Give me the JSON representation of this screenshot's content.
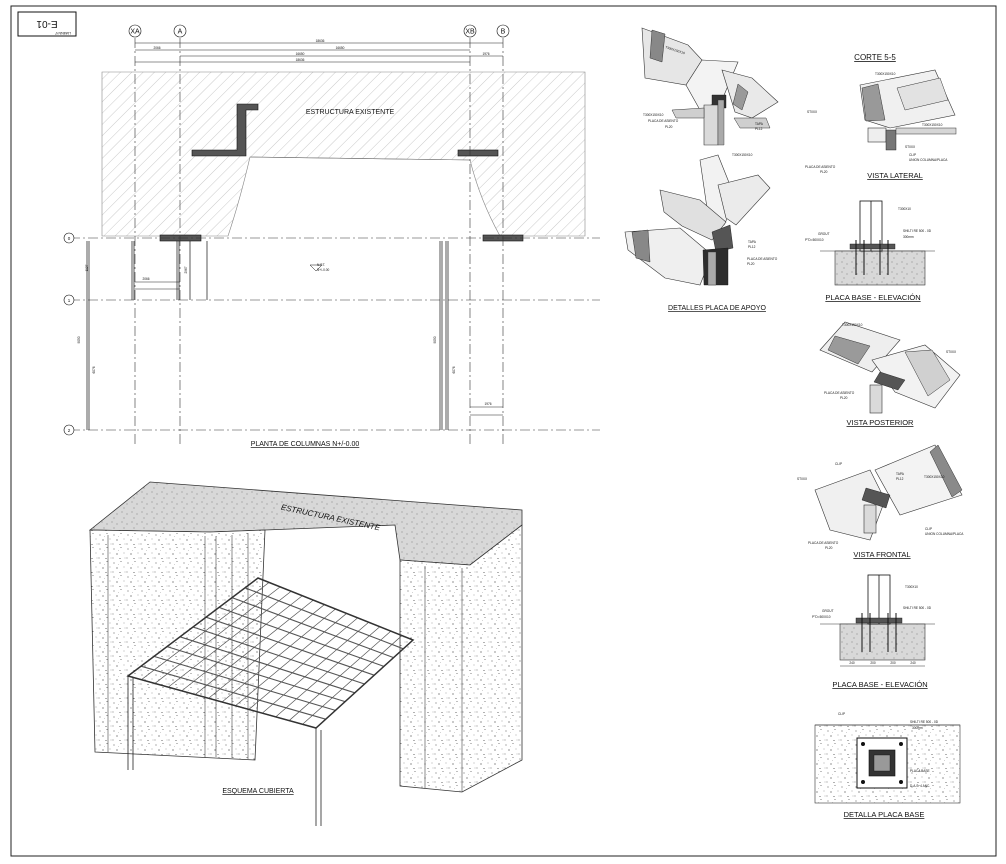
{
  "sheet": {
    "code": "E-01",
    "code_caption": "LAMINA N°"
  },
  "plan": {
    "title": "PLANTA DE COLUMNAS N+/-0.00",
    "existing_label": "ESTRUCTURA EXISTENTE",
    "axes_top": [
      "XA",
      "A",
      "XB",
      "B"
    ],
    "axes_left": [
      "0",
      "1",
      "2"
    ],
    "level_text": "N.P.T.",
    "level_value": "N+/-0.00",
    "dims": [
      "18636",
      "16650",
      "2066",
      "1976",
      "16650",
      "18636",
      "2066",
      "1976",
      "9050",
      "6076",
      "1127",
      "2967",
      "6076",
      "9050"
    ]
  },
  "isometric": {
    "title": "ESQUEMA CUBIERTA",
    "existing_label": "ESTRUCTURA EXISTENTE"
  },
  "support_detail": {
    "title": "DETALLES PLACA DE APOYO",
    "labels": [
      "T300X150X10",
      "PLACA DE ASIENTO",
      "PL20",
      "TAPA",
      "PL12"
    ]
  },
  "section": {
    "title": "CORTE 5-5",
    "labels": [
      "T300X150X10",
      "ST0XX",
      "ST0XX",
      "CLIP",
      "UNION COLUMNA/PLACA",
      "PLACA DE ASIENTO",
      "PL20"
    ]
  },
  "side_view": {
    "title": "VISTA LATERAL"
  },
  "base_elevation_1": {
    "title": "PLACA BASE - ELEVACIÓN",
    "labels": [
      "T300X10",
      "GROUT",
      "P°D=500X10",
      "SHILTI RE 500 - 0D",
      "300mm"
    ]
  },
  "rear_view": {
    "title": "VISTA POSTERIOR",
    "labels": [
      "T300X150X10",
      "ST0XX",
      "PLACA DE ASIENTO",
      "PL20"
    ]
  },
  "front_view": {
    "title": "VISTA FRONTAL",
    "labels": [
      "CLIP",
      "TAPA",
      "PL12",
      "ST0XX",
      "T300X150X10",
      "PLACA DE ASIENTO",
      "PL20",
      "CLIP",
      "UNION COLUMNA/PLACA"
    ]
  },
  "base_elevation_2": {
    "title": "PLACA BASE - ELEVACIÓN",
    "labels": [
      "T300X10",
      "GROUT",
      "P°D=500X10",
      "SHILTI RE 500 - 0D",
      "240",
      "200",
      "200",
      "240"
    ]
  },
  "base_plate_detail": {
    "title": "DETALLA PLACA BASE",
    "labels": [
      "CLIP",
      "SHILTI RE 500 - 0D",
      "300mm",
      "PLACA BASE",
      "D.A.S. 4 ANC."
    ]
  }
}
